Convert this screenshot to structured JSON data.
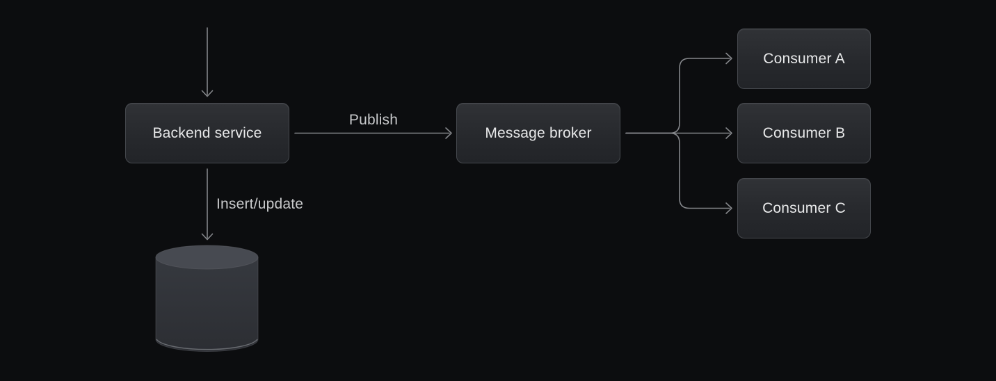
{
  "nodes": {
    "backend": {
      "label": "Backend service"
    },
    "broker": {
      "label": "Message broker"
    },
    "consumer_a": {
      "label": "Consumer A"
    },
    "consumer_b": {
      "label": "Consumer B"
    },
    "consumer_c": {
      "label": "Consumer C"
    }
  },
  "edge_labels": {
    "publish": "Publish",
    "insert_update": "Insert/update"
  },
  "icons": {
    "database": "database-cylinder-icon",
    "arrowhead": "arrowhead-icon"
  },
  "colors": {
    "background": "#0c0d0f",
    "node_fill_top": "#303236",
    "node_fill_bottom": "#222428",
    "node_border": "#46494e",
    "node_text": "#e8e9ea",
    "edge_label_text": "#c8c9cb",
    "arrow_stroke": "#85878b",
    "cylinder_top": "#474a51",
    "cylinder_body_top": "#36393f",
    "cylinder_body_bottom": "#2c2e33",
    "cylinder_rim": "#73767b"
  }
}
